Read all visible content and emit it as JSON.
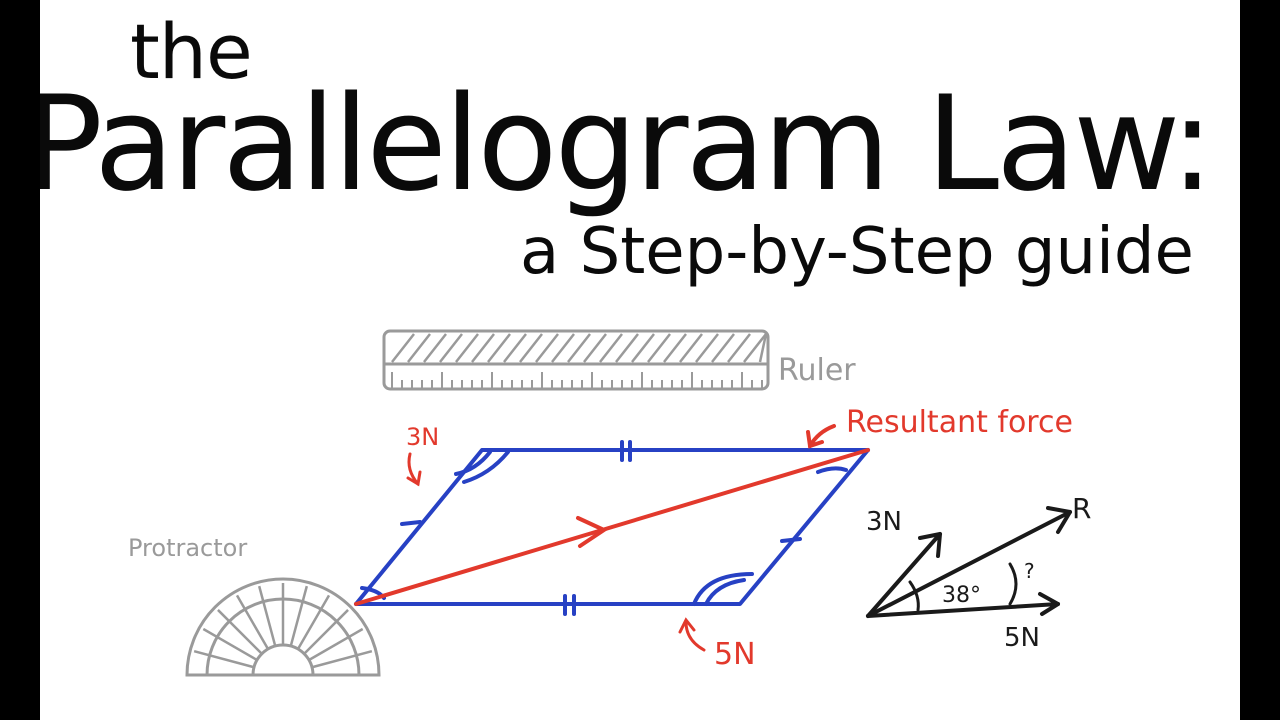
{
  "title": {
    "line1": "the",
    "line2": "Parallelogram Law:",
    "line3": "a Step-by-Step guide"
  },
  "diagram": {
    "ruler_label": "Ruler",
    "protractor_label": "Protractor",
    "resultant_label": "Resultant force",
    "force_a_label": "3N",
    "force_b_label": "5N",
    "inset": {
      "force_a_label": "3N",
      "force_b_label": "5N",
      "resultant_label": "R",
      "angle_label": "38°",
      "unknown_angle_label": "?"
    },
    "colors": {
      "vectors": "#2741c4",
      "resultant": "#e2392c",
      "tools": "#9a9a9a",
      "ink": "#1a1a1a"
    }
  }
}
